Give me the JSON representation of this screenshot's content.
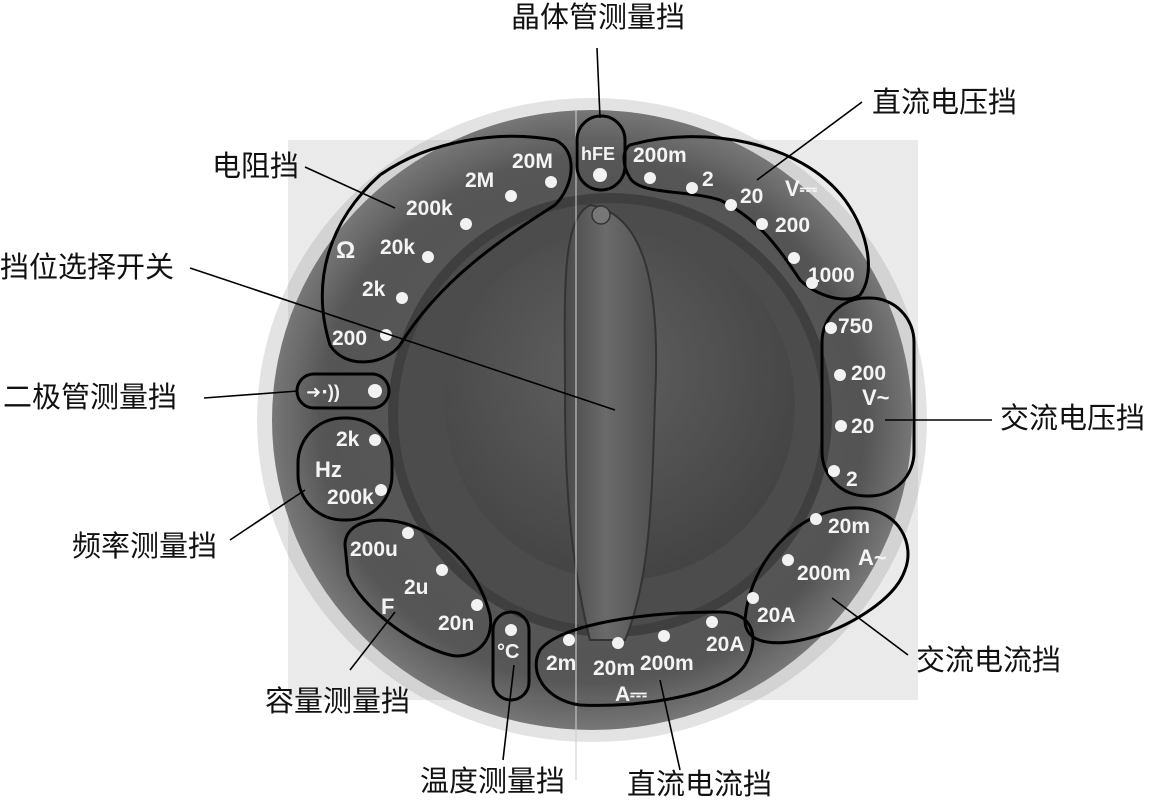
{
  "callouts": {
    "hfe": "晶体管测量挡",
    "dcv": "直流电压挡",
    "ohm": "电阻挡",
    "selector": "挡位选择开关",
    "diode": "二极管测量挡",
    "acv": "交流电压挡",
    "freq": "频率测量挡",
    "acA": "交流电流挡",
    "cap": "容量测量挡",
    "temp": "温度测量挡",
    "dcA": "直流电流挡"
  },
  "dial": {
    "ohm": {
      "symbol": "Ω",
      "ranges": [
        "200",
        "2k",
        "20k",
        "200k",
        "2M",
        "20M"
      ]
    },
    "hfe": {
      "symbol": "hFE"
    },
    "dcv": {
      "symbol": "V⎓",
      "ranges": [
        "200m",
        "2",
        "20",
        "200",
        "1000"
      ]
    },
    "acv": {
      "symbol": "V~",
      "ranges": [
        "750",
        "200",
        "20",
        "2"
      ]
    },
    "acA": {
      "symbol": "A~",
      "ranges": [
        "20m",
        "200m",
        "20A"
      ]
    },
    "dcA": {
      "symbol": "A⎓",
      "ranges": [
        "2m",
        "20m",
        "200m",
        "20A"
      ]
    },
    "temp": {
      "symbol": "°C"
    },
    "cap": {
      "symbol": "F",
      "ranges": [
        "200u",
        "2u",
        "20n"
      ]
    },
    "freq": {
      "symbol": "Hz",
      "ranges": [
        "2k",
        "200k"
      ]
    },
    "diode": {
      "symbol": "➜⋅))"
    }
  },
  "colors": {
    "face": "#5a5a5a",
    "knob_ring": "#4b4b4b",
    "knob_center": "#565656",
    "text_on_dial": "#f4f4f4"
  }
}
